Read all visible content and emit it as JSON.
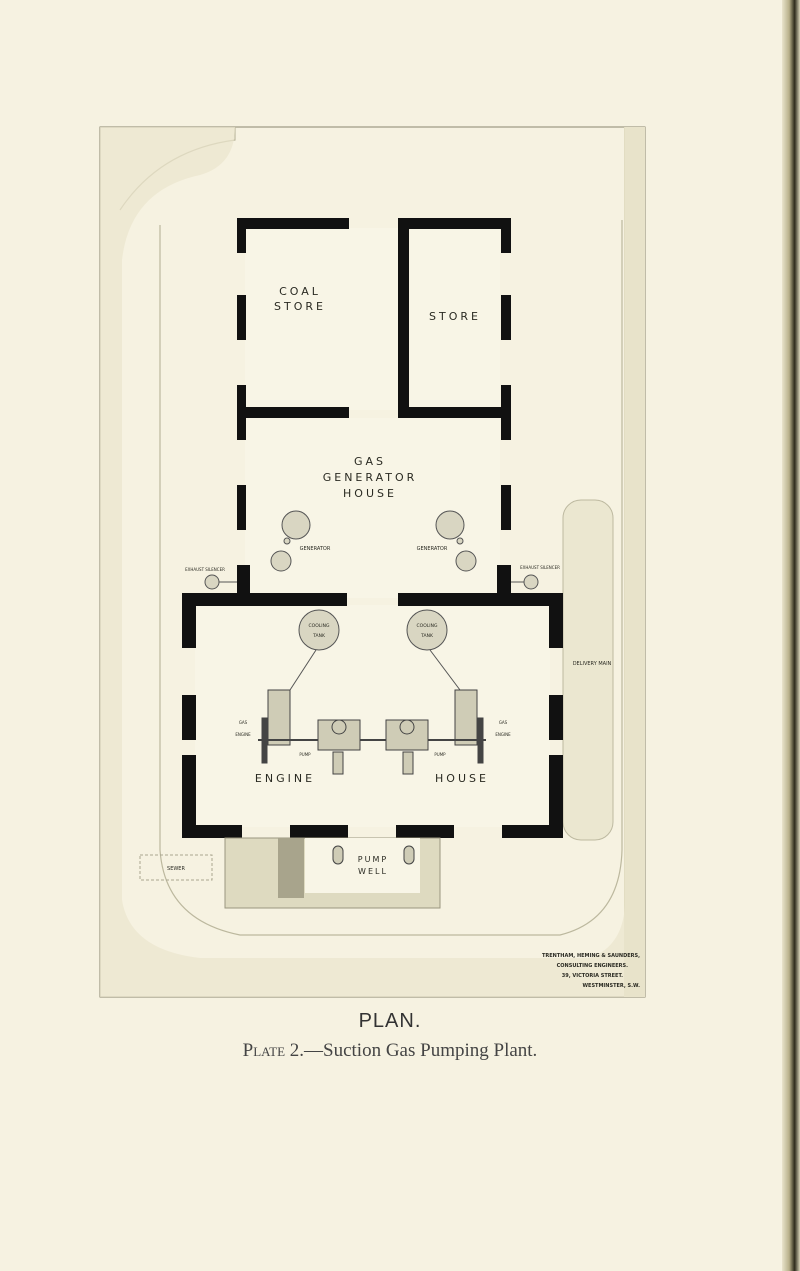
{
  "plan": {
    "rooms": {
      "coal_store": [
        "COAL",
        "STORE"
      ],
      "store": "STORE",
      "gas_generator_house": [
        "GAS",
        "GENERATOR",
        "HOUSE"
      ],
      "engine_house": [
        "ENGINE",
        "HOUSE"
      ],
      "pump_well": [
        "PUMP",
        "WELL"
      ]
    },
    "equipment": {
      "generator_left": "GENERATOR",
      "generator_right": "GENERATOR",
      "exhaust_silencer_left": "EXHAUST SILENCER",
      "exhaust_silencer_right": "EXHAUST SILENCER",
      "cooling_tank_left": [
        "COOLING",
        "TANK"
      ],
      "cooling_tank_right": [
        "COOLING",
        "TANK"
      ],
      "gas_engine_left": [
        "GAS",
        "ENGINE"
      ],
      "gas_engine_right": [
        "GAS",
        "ENGINE"
      ],
      "pump_left": "PUMP",
      "pump_right": "PUMP",
      "delivery_main": "DELIVERY MAIN",
      "sewer": "SEWER"
    },
    "credit": [
      "TRENTHAM, HEMING & SAUNDERS,",
      "CONSULTING ENGINEERS.",
      "39, VICTORIA STREET.",
      "WESTMINSTER, S.W."
    ]
  },
  "caption": {
    "title": "PLAN.",
    "plate_label": "Plate 2.",
    "plate_text": "—Suction Gas Pumping Plant."
  },
  "colors": {
    "paper": "#f6f2e1",
    "wall": "#111111",
    "ink": "#2a2a22",
    "wash": "#e6e2c8"
  }
}
